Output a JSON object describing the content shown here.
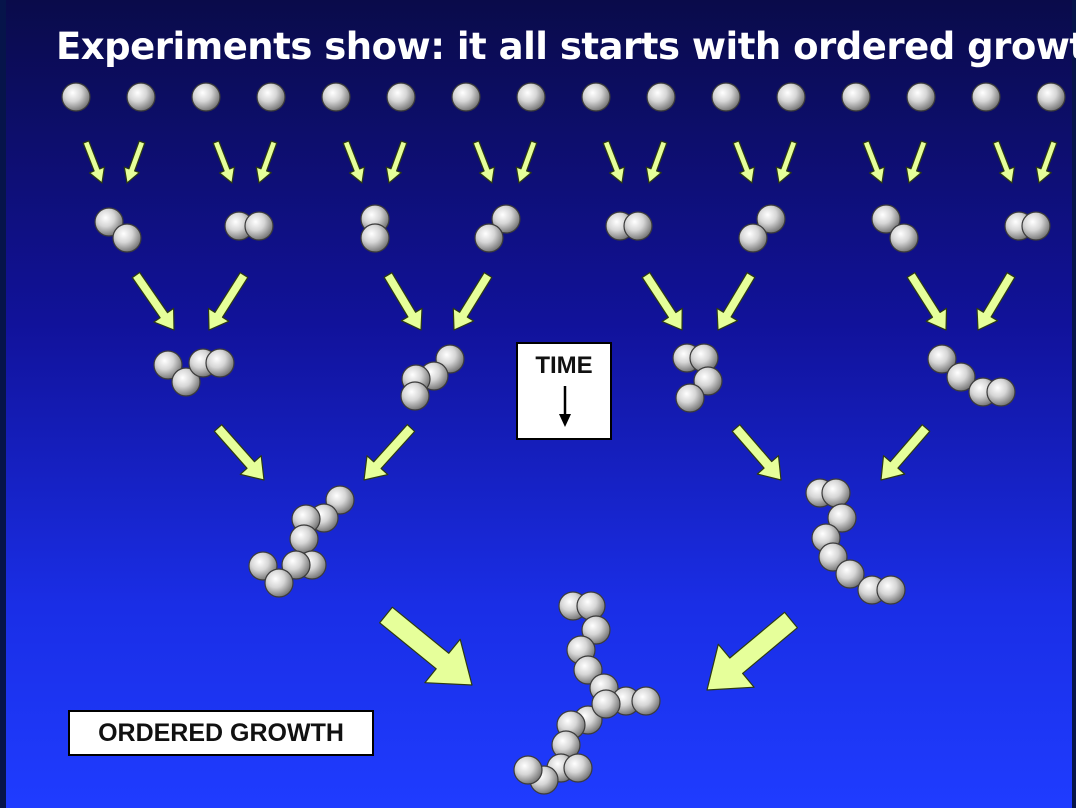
{
  "title": "Experiments show: it all starts with ordered growth",
  "labels": {
    "time": "TIME",
    "ordered_growth": "ORDERED GROWTH"
  },
  "colors": {
    "arrow_fill": "#e6ff9a",
    "arrow_stroke": "#2c3a10",
    "particle_light": "#ffffff",
    "particle_dark": "#707070",
    "background_top": "#0a0b4a",
    "background_bottom": "#1f3cff"
  }
}
